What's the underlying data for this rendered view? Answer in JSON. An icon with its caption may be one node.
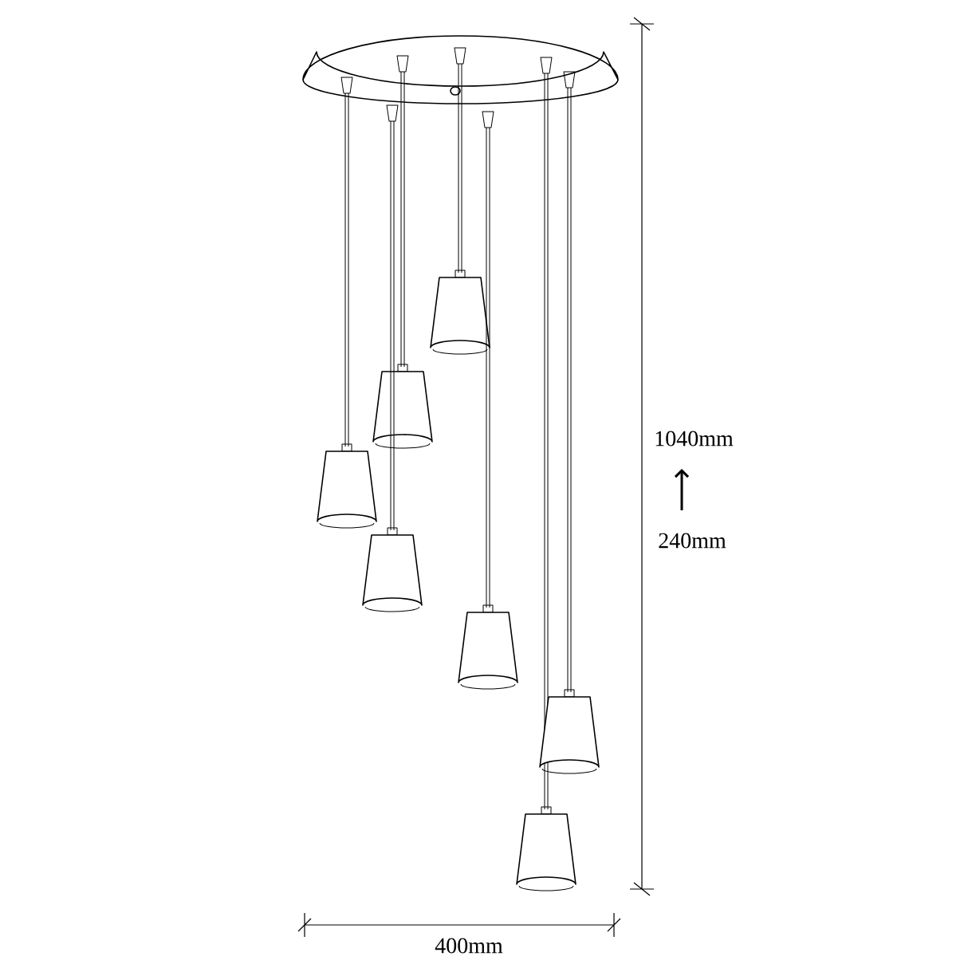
{
  "diagram": {
    "labels": [
      "1040mm",
      "240mm",
      "400mm"
    ]
  }
}
